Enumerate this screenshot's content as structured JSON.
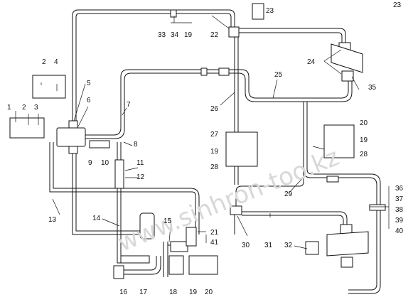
{
  "watermark": "www.sinhron-too.kz",
  "corner_mark": "23",
  "callouts": {
    "c1": "1",
    "c2a": "2",
    "c3": "3",
    "c2b": "2",
    "c4": "4",
    "c5": "5",
    "c6": "6",
    "c7": "7",
    "c8": "8",
    "c9": "9",
    "c10": "10",
    "c11": "11",
    "c12": "12",
    "c13": "13",
    "c14": "14",
    "c15": "15",
    "c16": "16",
    "c17": "17",
    "c18": "18",
    "c19a": "19",
    "c20a": "20",
    "c21": "21",
    "c41": "41",
    "c22": "22",
    "c23": "23",
    "c33": "33",
    "c34": "34",
    "c19b": "19",
    "c24": "24",
    "c25": "25",
    "c26": "26",
    "c35": "35",
    "c27": "27",
    "c19c": "19",
    "c28a": "28",
    "c20b": "20",
    "c19d": "19",
    "c28b": "28",
    "c29": "29",
    "c30": "30",
    "c31": "31",
    "c32": "32",
    "c36": "36",
    "c37": "37",
    "c38": "38",
    "c39": "39",
    "c40": "40"
  }
}
